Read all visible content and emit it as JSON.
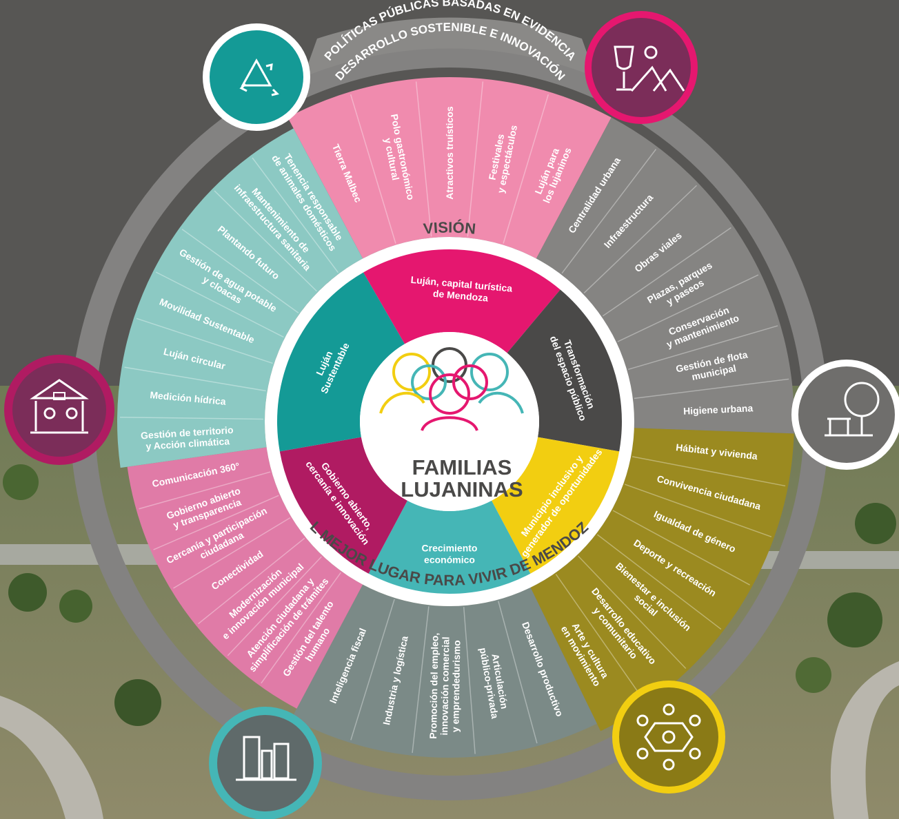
{
  "top_banner": {
    "line1": "POLÍTICAS PÚBLICAS BASADAS EN EVIDENCIA",
    "line2": "DESARROLLO SOSTENIBLE E INNOVACIÓN"
  },
  "vision_label": "VISIÓN",
  "bottom_banner": "EL MEJOR LUGAR PARA VIVIR DE MENDOZA",
  "center": {
    "line1": "FAMILIAS",
    "line2": "LUJANINAS"
  },
  "colors": {
    "pink_hot": "#E5176F",
    "pink_light": "#F08BAE",
    "gray_dark": "#4A4948",
    "gray_mid": "#858482",
    "yellow": "#F2CE11",
    "olive": "#9B8A20",
    "teal_band": "#45B6B6",
    "teal_dark": "#149A96",
    "teal_light": "#8CC9C3",
    "magenta_dark": "#B01B62",
    "pink_mid": "#E07BA7",
    "slate": "#7B8A87",
    "ring": "#838281"
  },
  "axes": [
    {
      "label": [
        "Luján, capital turística",
        "de Mendoza"
      ],
      "items": [
        [
          "Tierra Malbec"
        ],
        [
          "Polo gastronómico",
          "y cultural"
        ],
        [
          "Atractivos truísticos"
        ],
        [
          "Festivales",
          "y espectáculos"
        ],
        [
          "Luján para",
          "los lujaninos"
        ]
      ]
    },
    {
      "label": [
        "Transformación",
        "del espacio público"
      ],
      "items": [
        [
          "Centralidad urbana"
        ],
        [
          "Infraestructura"
        ],
        [
          "Obras viales"
        ],
        [
          "Plazas, parques",
          "y paseos"
        ],
        [
          "Conservación",
          "y mantenimiento"
        ],
        [
          "Gestión de flota",
          "municipal"
        ],
        [
          "Higiene urbana"
        ]
      ]
    },
    {
      "label": [
        "Municipio inclusivo y",
        "generador de oportunidades"
      ],
      "items": [
        [
          "Hábitat y vivienda"
        ],
        [
          "Convivencia ciudadana"
        ],
        [
          "Igualdad de género"
        ],
        [
          "Deporte y recreación"
        ],
        [
          "Bienestar e inclusión",
          "social"
        ],
        [
          "Desarrollo educativo",
          "y comunitario"
        ],
        [
          "Arte y cultura",
          "en movimiento"
        ]
      ]
    },
    {
      "label": [
        "Crecimiento",
        "económico"
      ],
      "items": [
        [
          "Desarrollo productivo"
        ],
        [
          "Articulación",
          "público-privada"
        ],
        [
          "Promoción del empleo,",
          "innovación comercial",
          "y emprendedurismo"
        ],
        [
          "Industria y logística"
        ],
        [
          "Inteligencia fiscal"
        ]
      ]
    },
    {
      "label": [
        "Gobierno abierto,",
        "cercanía e innovación"
      ],
      "items": [
        [
          "Gestión del talento",
          "humano"
        ],
        [
          "Atención ciudadana y",
          "simplificación de trámites"
        ],
        [
          "Modernización",
          "e innovación municipal"
        ],
        [
          "Conectividad"
        ],
        [
          "Cercanía y participación",
          "ciudadana"
        ],
        [
          "Gobierno abierto",
          "y transparencia"
        ],
        [
          "Comunicación 360°"
        ]
      ]
    },
    {
      "label": [
        "Luján",
        "Sustentable"
      ],
      "items": [
        [
          "Gestión de territorio",
          "y Acción climática"
        ],
        [
          "Medición hídrica"
        ],
        [
          "Luján circular"
        ],
        [
          "Movilidad Sustentable"
        ],
        [
          "Gestión de agua potable",
          "y cloacas"
        ],
        [
          "Plantando futuro"
        ],
        [
          "Mantenimiento de",
          "infraestructura sanitaria"
        ],
        [
          "Tenencia responsable",
          "de animales domésticos"
        ]
      ]
    }
  ],
  "icons": [
    {
      "name": "recycle-icon"
    },
    {
      "name": "wine-mountain-icon"
    },
    {
      "name": "tree-bench-icon"
    },
    {
      "name": "network-people-icon"
    },
    {
      "name": "buildings-icon"
    },
    {
      "name": "town-hall-people-icon"
    }
  ]
}
